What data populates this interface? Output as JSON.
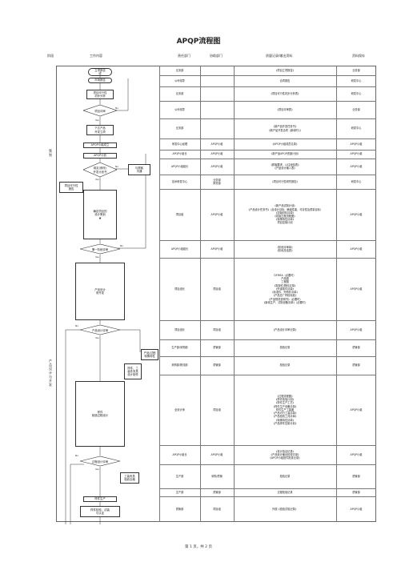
{
  "title": "APQP流程图",
  "headers": {
    "stage": "阶段",
    "flow": "工作内容",
    "dept": "责任部门",
    "assist": "协助部门",
    "record": "质量记录/输出资料",
    "keeper": "资料保存"
  },
  "phases": {
    "plan": "策划",
    "design": "产品设计与开发"
  },
  "flow_boxes": {
    "customer_req": [
      "立项报告",
      "或"
    ],
    "customer_req2": "市场报告",
    "feasibility": [
      "项目可行性",
      "初步分析"
    ],
    "proj_review": "项目评审",
    "plan_proj": [
      "下达产品",
      "开发立项"
    ],
    "apqp_team": "APQP小组成立",
    "apqp_plan": "APQP计划",
    "feasibility2": [
      "制定(修改)",
      "开发计划书"
    ],
    "proj_feasibility": [
      "项目可行性",
      "报告"
    ],
    "confirm": [
      "与顾客",
      "沟通"
    ],
    "design_plan": [
      "确定项目的",
      "设计策划",
      "▲"
    ],
    "phase1_review": "第一阶段评审",
    "product_design": [
      "产品设计",
      "采开发"
    ],
    "design_review": "产品设计评审",
    "drawing": [
      "产品/过程",
      "特殊特性"
    ],
    "process_design": [
      "样件、工",
      "装件夹具",
      "设计制作"
    ],
    "sample_build": [
      "样件",
      "制造过程设计"
    ],
    "process_review": "过程设计评审",
    "sample_prod": [
      "工装夹具",
      "验收合格"
    ],
    "trial_prod": "样件生产",
    "sample_check": [
      "样件检验、试装",
      "与认证"
    ]
  },
  "flow_labels": {
    "no": "No",
    "yes": "Yes"
  },
  "rows": [
    {
      "dept": "业务部",
      "assist": "",
      "record": [
        "《项目立项报告》"
      ],
      "keeper": "业务部"
    },
    {
      "dept": "公司领导",
      "assist": "",
      "record": [
        "合同报告"
      ],
      "keeper": "研发中心"
    },
    {
      "dept": "业务部",
      "assist": "",
      "record": [
        "《项目可行性初步分析表》"
      ],
      "keeper": "研发中心"
    },
    {
      "dept": "公司领导",
      "assist": "",
      "record": [
        "《项目评审表》"
      ],
      "keeper": "业务部"
    },
    {
      "dept": "业务部",
      "assist": "",
      "record": [
        "《新产品开发任务书》",
        "《新产品开发合同（新增时）》"
      ],
      "keeper": "研发中心"
    },
    {
      "dept": "研发中心经理",
      "assist": "APQP小组",
      "record": [
        "《APQP小组成员名录》"
      ],
      "keeper": "APQP小组"
    },
    {
      "dept": "APQP小组长",
      "assist": "APQP小组",
      "record": [
        "《新产品APQP进度计划》"
      ],
      "keeper": "APQP小组"
    },
    {
      "dept": "APQP小组组长",
      "assist": "APQP小组",
      "record": [
        "《顾客要求、以往经验表》",
        "《产品设计输入表》"
      ],
      "keeper": "APQP小组"
    },
    {
      "dept": "技术研发中心",
      "assist": "业务部\n财务部",
      "record": [
        "《项目可行性研究报告》"
      ],
      "keeper": "研发中心"
    },
    {
      "dept": "项目组",
      "assist": "APQP小组",
      "record": [
        "《新产品试制计划》",
        "《产品设计任务书》（含设计目标、确保性能、可靠性及质量目标）",
        "《初始材料清单》",
        "《初始过程流程图》",
        "《特殊特性清单》",
        "项目控制计划"
      ],
      "keeper": "APQP小组"
    },
    {
      "dept": "APQP小组组长",
      "assist": "APQP小组",
      "record": [
        "《阶段评审单》",
        "《阶段总结表》"
      ],
      "keeper": "APQP小组"
    },
    {
      "dept": "项目组长",
      "assist": "项目组",
      "record": [
        "DFMEA（必要时）",
        "产品图",
        "工程图",
        "《零部件/物料清单》",
        "《外观零件清单》",
        "《标准件、外购件清单》",
        "《产品总厂样检标准》",
        "《产品规范说明书》（必要时）",
        "《新增生产、试制设备清单》（必要时）"
      ],
      "keeper": "APQP小组"
    },
    {
      "dept": "项目组长",
      "assist": "项目组",
      "record": [
        "《产品设计评审记录》"
      ],
      "keeper": "APQP小组"
    },
    {
      "dept": "生产部/采购部",
      "assist": "质管部",
      "record": [
        "检验记录"
      ],
      "keeper": "质管部"
    },
    {
      "dept": "采购部/物流部",
      "assist": "质管部",
      "record": [
        "检验记录"
      ],
      "keeper": "质管部"
    },
    {
      "dept": "全设计师",
      "assist": "项目组",
      "record": [
        "《过程流程图》",
        "《样件检验计划》",
        "《样件生产工艺》",
        "《样件生产设备清单》",
        "样件生产工装图",
        "《产品可行工装清单》",
        "《产品检验工具清单》",
        "《特殊特性清单》",
        "《产品样件控制计划》"
      ],
      "keeper": "APQP小组"
    },
    {
      "dept": "APQP小组长",
      "assist": "APQP小组",
      "record": [
        "《设计验证记录》",
        "《产品设计输出检查清单》",
        "《APQP小组首件批准记录》"
      ],
      "keeper": "APQP小组"
    },
    {
      "dept": "生产部",
      "assist": "采购/质管",
      "record": [
        "检验记录"
      ],
      "keeper": "质管部"
    },
    {
      "dept": "生产部",
      "assist": "质管部",
      "record": [
        "过程检验记录"
      ],
      "keeper": "质管部"
    },
    {
      "dept": "质管部",
      "assist": "项目组",
      "record": [
        "外观《检验试验记录》"
      ],
      "keeper": "APQP小组"
    }
  ],
  "footer": "第 1 页，共 2 页"
}
